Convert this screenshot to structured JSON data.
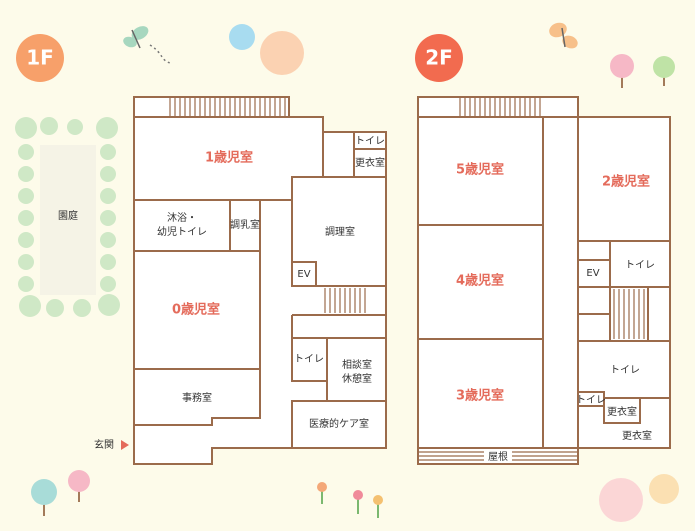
{
  "floor1": {
    "badge": "1F",
    "garden": "園庭",
    "entrance": "玄関",
    "rooms": {
      "age1": "1歳児室",
      "age0": "0歳児室",
      "bath_line1": "沐浴・",
      "bath_line2": "幼児トイレ",
      "milk": "調乳室",
      "kitchen": "調理室",
      "ev": "EV",
      "toilet_top": "トイレ",
      "locker_top": "更衣室",
      "toilet_mid": "トイレ",
      "consult_line1": "相談室",
      "consult_line2": "休憩室",
      "office": "事務室",
      "medical": "医療的ケア室"
    }
  },
  "floor2": {
    "badge": "2F",
    "roof": "屋根",
    "rooms": {
      "age5": "5歳児室",
      "age4": "4歳児室",
      "age3": "3歳児室",
      "age2": "2歳児室",
      "ev": "EV",
      "toilet_a": "トイレ",
      "toilet_b": "トイレ",
      "toilet_c": "トイレ",
      "locker_a": "更衣室",
      "locker_b": "更衣室"
    }
  },
  "colors": {
    "wall": "#9b6b4b",
    "accent": "#e46b5b",
    "badge": "#f26b4f",
    "background": "#fdfbea"
  }
}
